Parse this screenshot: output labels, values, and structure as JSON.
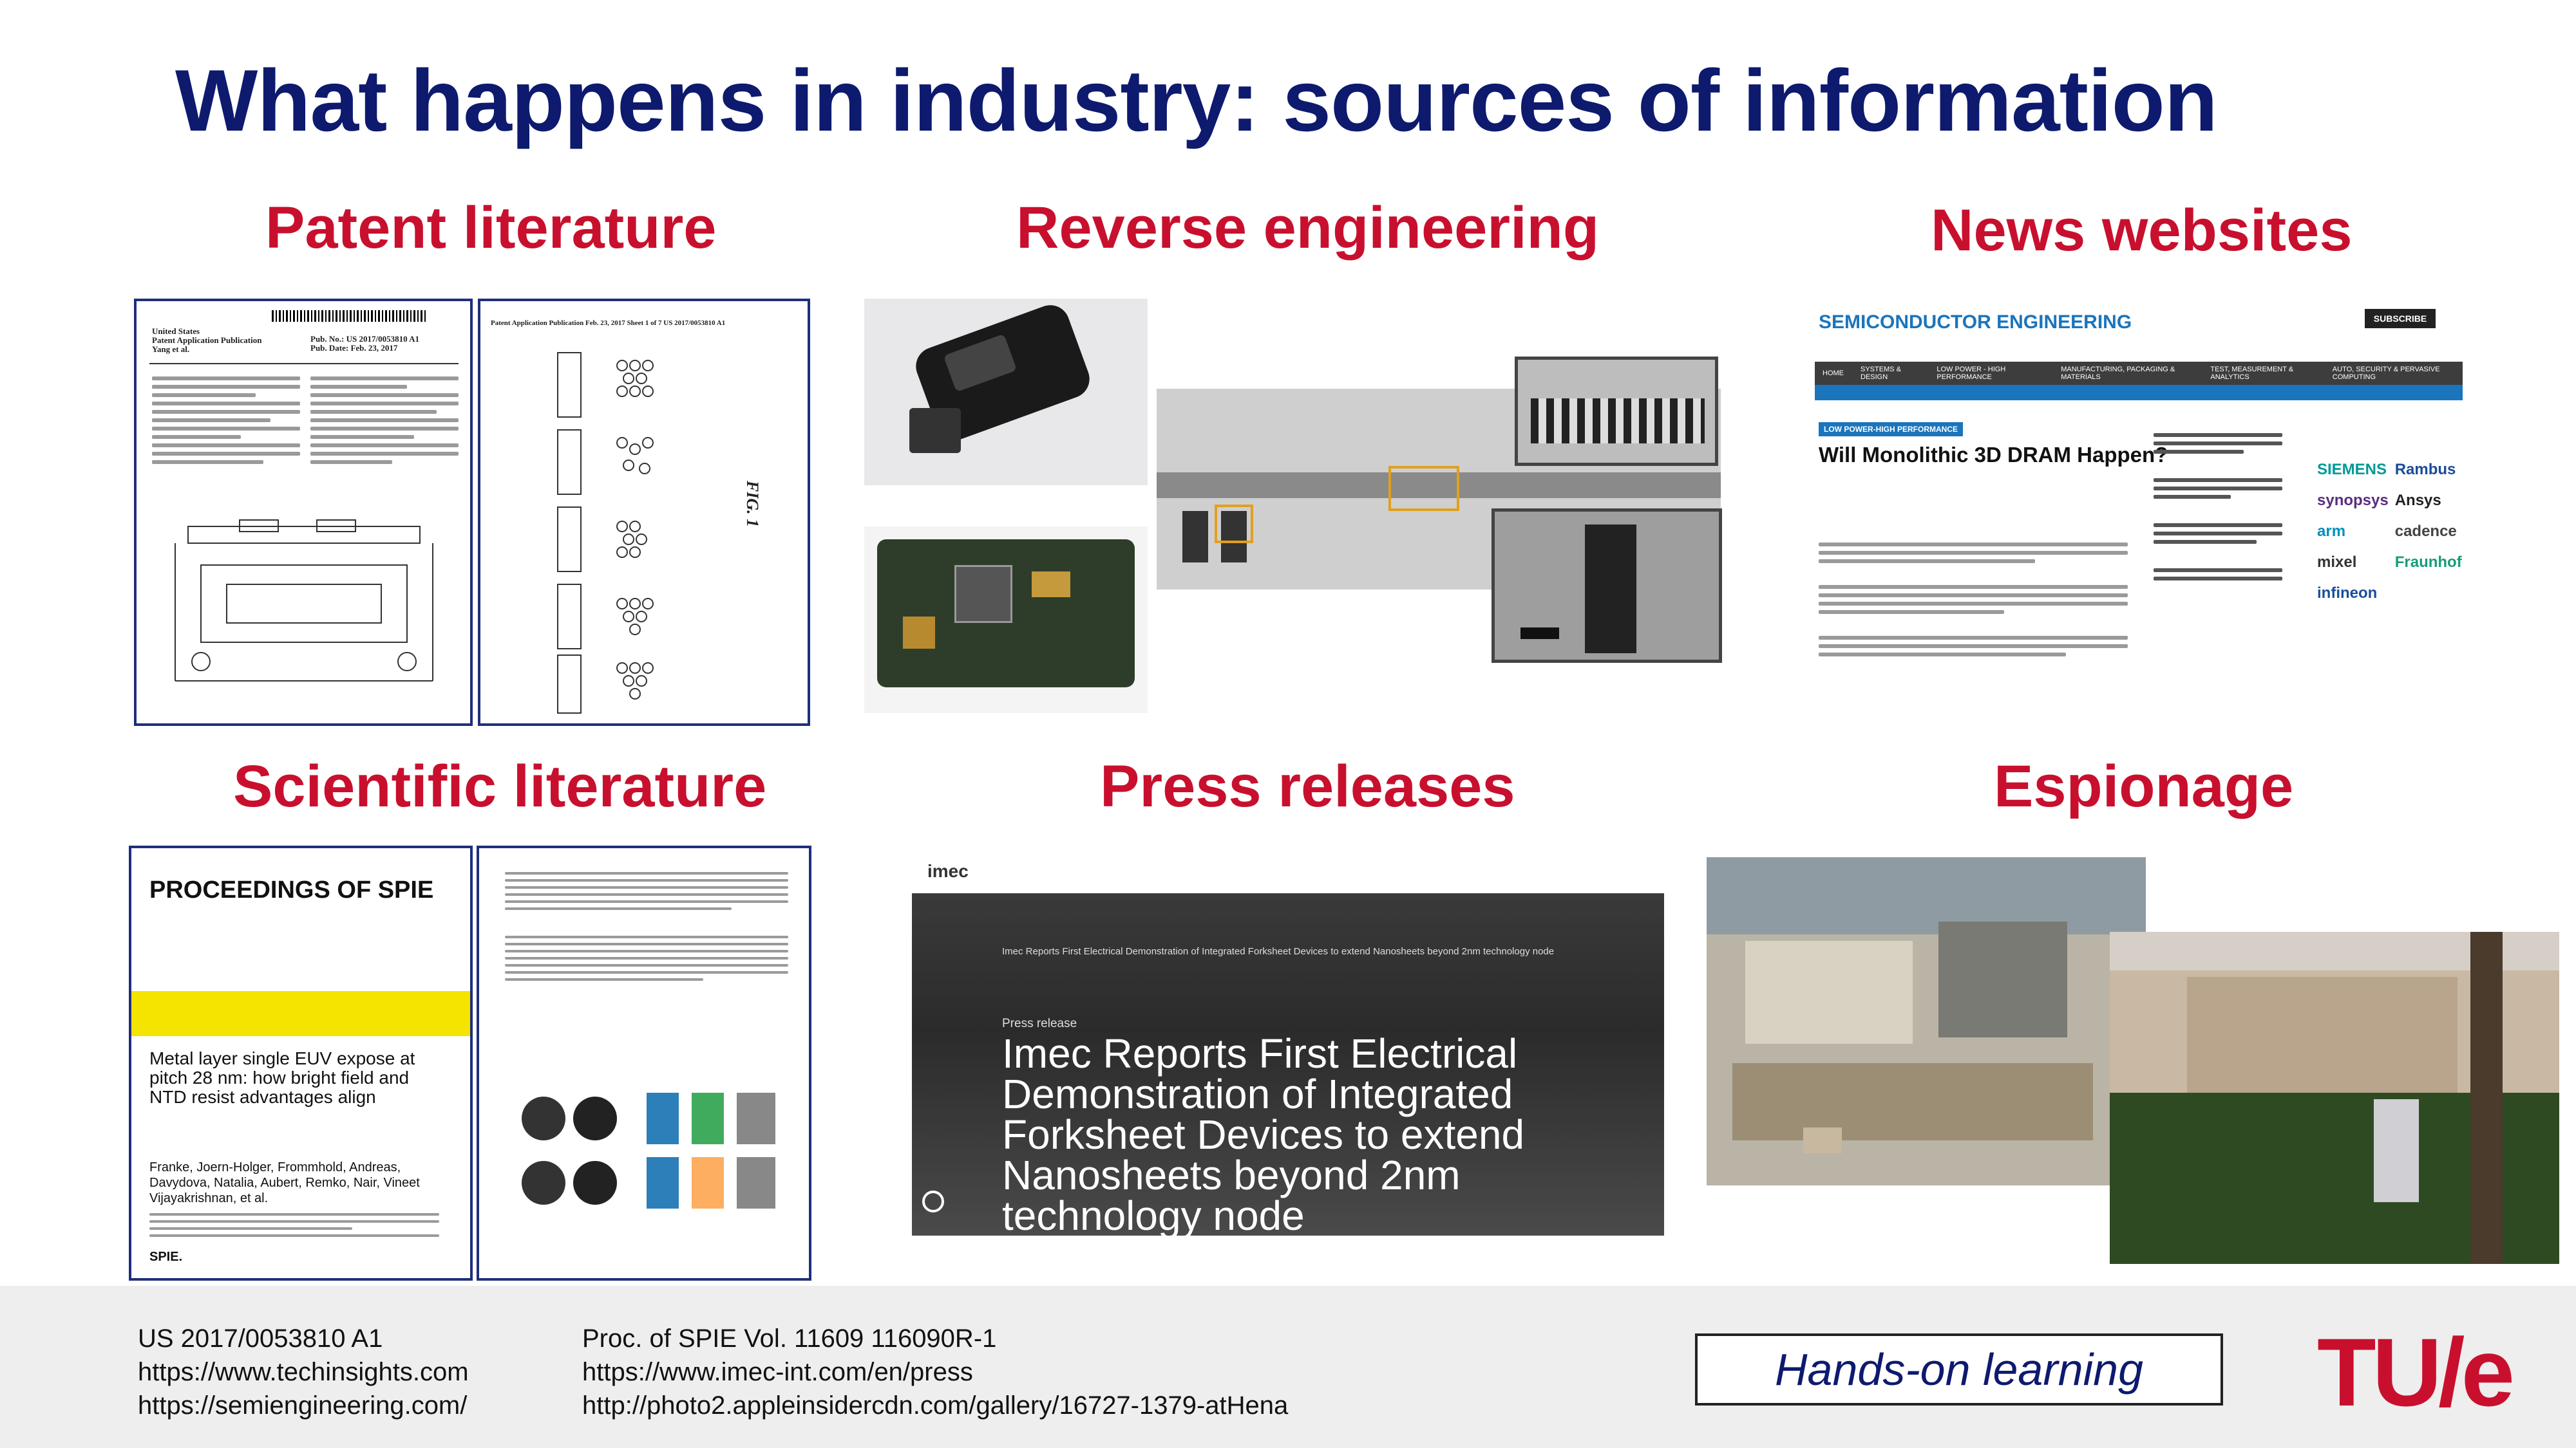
{
  "title": "What happens in industry: sources of information",
  "headings": {
    "patent": "Patent literature",
    "reverse": "Reverse engineering",
    "news": "News websites",
    "scientific": "Scientific literature",
    "press": "Press releases",
    "espionage": "Espionage"
  },
  "patent_doc": {
    "header_left": "United States\nPatent Application Publication\nYang et al.",
    "header_right": "Pub. No.: US 2017/0053810 A1\nPub. Date: Feb. 23, 2017",
    "sheet_header": "Patent Application Publication   Feb. 23, 2017  Sheet 1 of 7   US 2017/0053810 A1",
    "fig_label": "FIG. 1"
  },
  "news_site": {
    "logo": "SEMICONDUCTOR ENGINEERING",
    "subscribe": "SUBSCRIBE",
    "nav": [
      "HOME",
      "SYSTEMS & DESIGN",
      "LOW POWER - HIGH PERFORMANCE",
      "MANUFACTURING, PACKAGING & MATERIALS",
      "TEST, MEASUREMENT & ANALYTICS",
      "AUTO, SECURITY & PERVASIVE COMPUTING"
    ],
    "tag": "LOW POWER-HIGH PERFORMANCE",
    "headline": "Will Monolithic 3D DRAM Happen?",
    "sponsors": [
      "SIEMENS",
      "Rambus",
      "synopsys",
      "Ansys",
      "arm",
      "cadence",
      "mixel",
      "Fraunhofer",
      "infineon"
    ]
  },
  "spie": {
    "banner": "PROCEEDINGS OF SPIE",
    "paper_title": "Metal layer single EUV expose at pitch 28 nm: how bright field and NTD resist advantages align",
    "authors": "Franke, Joern-Holger, Frommhold, Andreas, Davydova, Natalia, Aubert, Remko, Nair, Vineet Vijayakrishnan, et al.",
    "publisher": "SPIE."
  },
  "press": {
    "brand": "imec",
    "breadcrumb": "Imec Reports First Electrical Demonstration of Integrated Forksheet Devices to extend Nanosheets beyond 2nm technology node",
    "label": "Press release",
    "headline_lines": [
      "Imec Reports First Electrical",
      "Demonstration of Integrated",
      "Forksheet Devices to extend",
      "Nanosheets beyond 2nm",
      "technology node"
    ]
  },
  "references": {
    "col1": [
      "US 2017/0053810 A1",
      "https://www.techinsights.com",
      "https://semiengineering.com/"
    ],
    "col2": [
      "Proc. of SPIE Vol. 11609 116090R-1",
      "https://www.imec-int.com/en/press",
      "http://photo2.appleinsidercdn.com/gallery/16727-1379-atHena"
    ]
  },
  "hands_on": "Hands-on learning",
  "logo_text": "TU/e"
}
